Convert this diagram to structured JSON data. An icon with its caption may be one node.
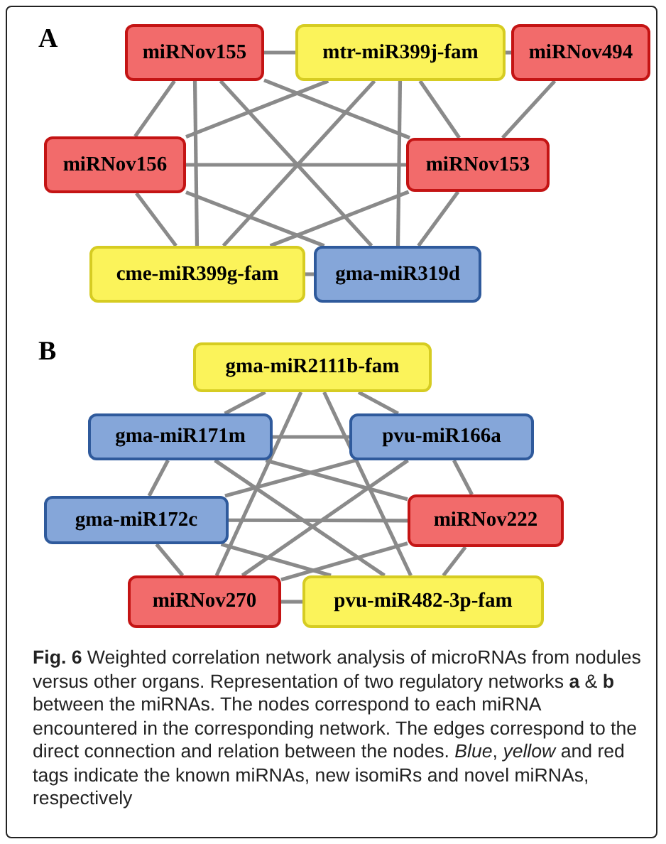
{
  "diagram": {
    "caption": "**Fig. 6** Weighted correlation network analysis of microRNAs from nodules versus other organs. Representation of two regulatory networks **a** & **b** between the miRNAs. The nodes correspond to each miRNA encountered in the corresponding network. The edges correspond to the direct connection and relation between the nodes. *Blue*, *yellow* and red tags indicate the known miRNAs, new isomiRs and novel miRNAs, respectively",
    "nodes": [
      {
        "text": [
          "miRNov155"
        ]
      },
      {
        "text": [
          "mtr-miR399j-fam"
        ]
      },
      {
        "text": [
          "miRNov494"
        ]
      },
      {
        "text": [
          "miRNov156"
        ]
      },
      {
        "text": [
          "miRNov153"
        ]
      },
      {
        "text": [
          "cme-miR399g-fam"
        ]
      },
      {
        "text": [
          "gma-miR319d"
        ]
      },
      {
        "text": [
          "gma-miR2111b-fam"
        ]
      },
      {
        "text": [
          "gma-miR171m"
        ]
      },
      {
        "text": [
          "pvu-miR166a"
        ]
      },
      {
        "text": [
          "gma-miR172c"
        ]
      },
      {
        "text": [
          "miRNov222"
        ]
      },
      {
        "text": [
          "miRNov270"
        ]
      },
      {
        "text": [
          "pvu-miR482-3p-fam"
        ]
      }
    ],
    "edges": [
      {
        "from": 0,
        "to": 1,
        "arrow": "none"
      },
      {
        "from": 1,
        "to": 2,
        "arrow": "none"
      },
      {
        "from": 2,
        "to": 4,
        "arrow": "none"
      },
      {
        "from": 0,
        "to": 3,
        "arrow": "none"
      },
      {
        "from": 0,
        "to": 5,
        "arrow": "none"
      },
      {
        "from": 0,
        "to": 4,
        "arrow": "none"
      },
      {
        "from": 0,
        "to": 6,
        "arrow": "none"
      },
      {
        "from": 1,
        "to": 3,
        "arrow": "none"
      },
      {
        "from": 1,
        "to": 5,
        "arrow": "none"
      },
      {
        "from": 1,
        "to": 6,
        "arrow": "none"
      },
      {
        "from": 1,
        "to": 4,
        "arrow": "none"
      },
      {
        "from": 3,
        "to": 4,
        "arrow": "none"
      },
      {
        "from": 3,
        "to": 5,
        "arrow": "none"
      },
      {
        "from": 3,
        "to": 6,
        "arrow": "none"
      },
      {
        "from": 4,
        "to": 5,
        "arrow": "none"
      },
      {
        "from": 4,
        "to": 6,
        "arrow": "none"
      },
      {
        "from": 5,
        "to": 6,
        "arrow": "none"
      },
      {
        "from": 7,
        "to": 8,
        "arrow": "none"
      },
      {
        "from": 7,
        "to": 9,
        "arrow": "none"
      },
      {
        "from": 7,
        "to": 12,
        "arrow": "none"
      },
      {
        "from": 7,
        "to": 13,
        "arrow": "none"
      },
      {
        "from": 8,
        "to": 9,
        "arrow": "none"
      },
      {
        "from": 8,
        "to": 10,
        "arrow": "none"
      },
      {
        "from": 8,
        "to": 11,
        "arrow": "none"
      },
      {
        "from": 8,
        "to": 13,
        "arrow": "none"
      },
      {
        "from": 9,
        "to": 10,
        "arrow": "none"
      },
      {
        "from": 9,
        "to": 11,
        "arrow": "none"
      },
      {
        "from": 9,
        "to": 12,
        "arrow": "none"
      },
      {
        "from": 10,
        "to": 11,
        "arrow": "none"
      },
      {
        "from": 10,
        "to": 12,
        "arrow": "none"
      },
      {
        "from": 10,
        "to": 13,
        "arrow": "none"
      },
      {
        "from": 11,
        "to": 12,
        "arrow": "none"
      },
      {
        "from": 11,
        "to": 13,
        "arrow": "none"
      },
      {
        "from": 12,
        "to": 13,
        "arrow": "none"
      }
    ],
    "labels": [
      "A",
      "B"
    ]
  }
}
